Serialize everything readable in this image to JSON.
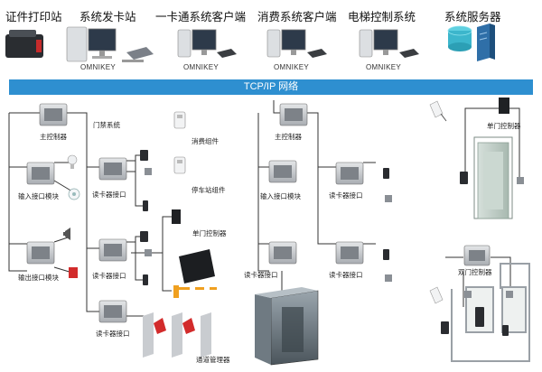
{
  "top_labels": {
    "id_print": "证件打印站",
    "card_issue": "系统发卡站",
    "one_card": "一卡通系统客户端",
    "consume": "消费系统客户端",
    "elevator": "电梯控制系统",
    "server": "系统服务器"
  },
  "omnikey_labels": [
    "OMNIKEY",
    "OMNIKEY",
    "OMNIKEY",
    "OMNIKEY"
  ],
  "network_bar": "TCP/IP  网络",
  "left_section": {
    "main_controller": "主控制器",
    "access_system": "门禁系统",
    "input_module": "输入接口模块",
    "reader_interface_1": "读卡器接口",
    "consume_component": "消费组件",
    "parking_component": "停车站组件",
    "single_door_controller": "单门控制器",
    "output_module": "输出接口模块",
    "reader_interface_2": "读卡器接口",
    "reader_interface_3": "读卡器接口",
    "channel_manager": "通道管理器"
  },
  "elevator_section": {
    "main_controller": "主控制器",
    "input_module": "输入接口模块",
    "reader_interface_1": "读卡器接口",
    "reader_interface_2": "读卡器接口",
    "reader_interface_3": "读卡器接口"
  },
  "right_section": {
    "single_door_controller": "单门控制器",
    "double_door_controller": "双门控制器"
  },
  "colors": {
    "bus": "#2e8fd0",
    "line": "#333333",
    "device_grey": "#c9ccd0",
    "door": "#b9c9c0",
    "gate_red": "#d22b2b",
    "barrier_orange": "#f0a020"
  }
}
